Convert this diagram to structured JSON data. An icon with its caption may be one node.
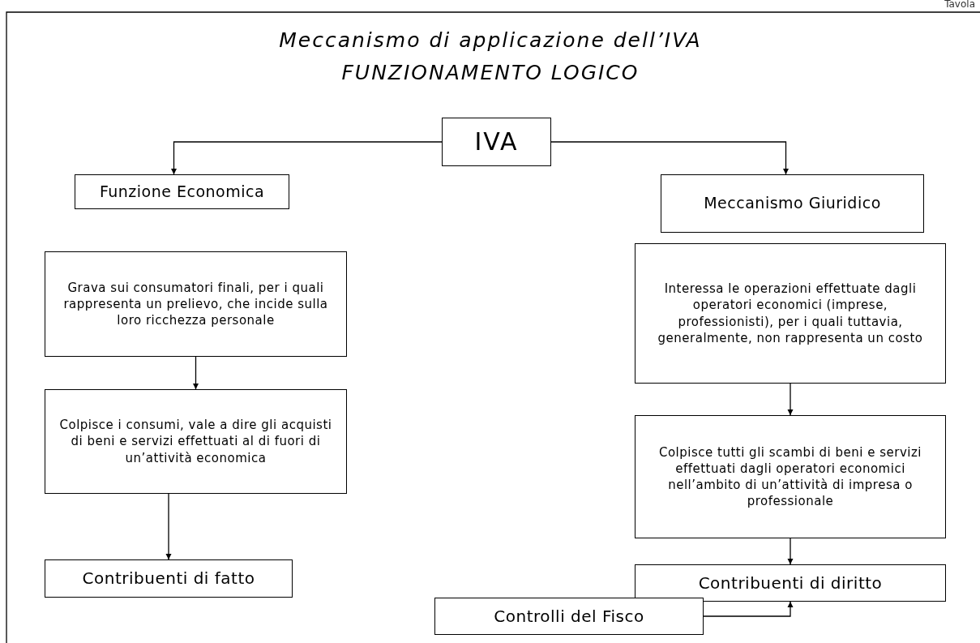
{
  "diagram": {
    "title": "Meccanismo di applicazione dell’IVA FUNZIONAMENTO LOGICO",
    "nodes": [
      {
        "text": [
          "IVA"
        ]
      },
      {
        "text": [
          "Funzione Economica"
        ]
      },
      {
        "text": [
          "Meccanismo Giuridico"
        ]
      },
      {
        "text": [
          "Grava sui consumatori finali, per i quali rappresenta un prelievo, che incide sulla loro ricchezza personale"
        ]
      },
      {
        "text": [
          "Colpisce i consumi, vale a dire gli acquisti di beni e servizi effettuati al di fuori di un’attività economica"
        ]
      },
      {
        "text": [
          "Contribuenti di fatto"
        ]
      },
      {
        "text": [
          "Interessa le operazioni effettuate dagli operatori economici (imprese, professionisti), per i quali tuttavia, generalmente, non rappresenta un costo"
        ]
      },
      {
        "text": [
          "Colpisce tutti gli scambi di beni e servizi effettuati dagli operatori economici nell’ambito di un’attività di impresa o professionale"
        ]
      },
      {
        "text": [
          "Contribuenti di diritto"
        ]
      },
      {
        "text": [
          "Controlli del Fisco"
        ]
      }
    ],
    "edges": [
      {
        "from": 0,
        "to": 1,
        "arrow": "to"
      },
      {
        "from": 0,
        "to": 2,
        "arrow": "to"
      },
      {
        "from": 3,
        "to": 4,
        "arrow": "to"
      },
      {
        "from": 4,
        "to": 5,
        "arrow": "to"
      },
      {
        "from": 6,
        "to": 7,
        "arrow": "to"
      },
      {
        "from": 7,
        "to": 8,
        "arrow": "to"
      },
      {
        "from": 9,
        "to": 8,
        "arrow": "to"
      }
    ],
    "labels": [
      "Tavola"
    ]
  }
}
